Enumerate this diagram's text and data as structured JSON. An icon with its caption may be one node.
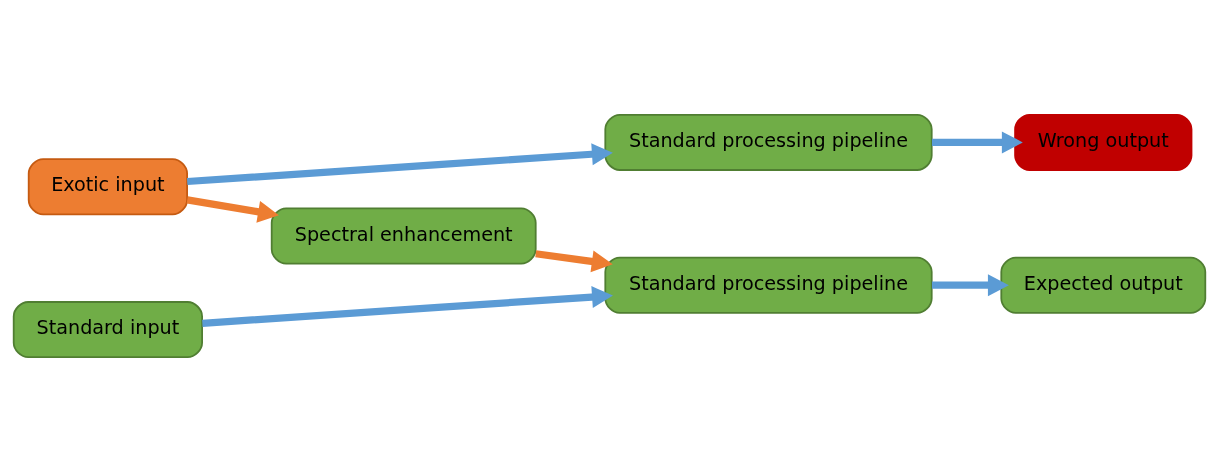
{
  "diagram": {
    "nodes": [
      {
        "text": [
          "Exotic input"
        ]
      },
      {
        "text": [
          "Standard processing pipeline"
        ]
      },
      {
        "text": [
          "Wrong output"
        ]
      },
      {
        "text": [
          "Spectral enhancement"
        ]
      },
      {
        "text": [
          "Standard input"
        ]
      },
      {
        "text": [
          "Standard processing pipeline"
        ]
      },
      {
        "text": [
          "Expected output"
        ]
      }
    ],
    "edges": [
      {
        "from": 0,
        "to": 1,
        "arrow": "to"
      },
      {
        "from": 1,
        "to": 2,
        "arrow": "to"
      },
      {
        "from": 0,
        "to": 3,
        "arrow": "to",
        "color": "#ed7d31"
      },
      {
        "from": 3,
        "to": 5,
        "arrow": "to",
        "color": "#ed7d31"
      },
      {
        "from": 4,
        "to": 5,
        "arrow": "to"
      },
      {
        "from": 5,
        "to": 6,
        "arrow": "to"
      }
    ]
  }
}
